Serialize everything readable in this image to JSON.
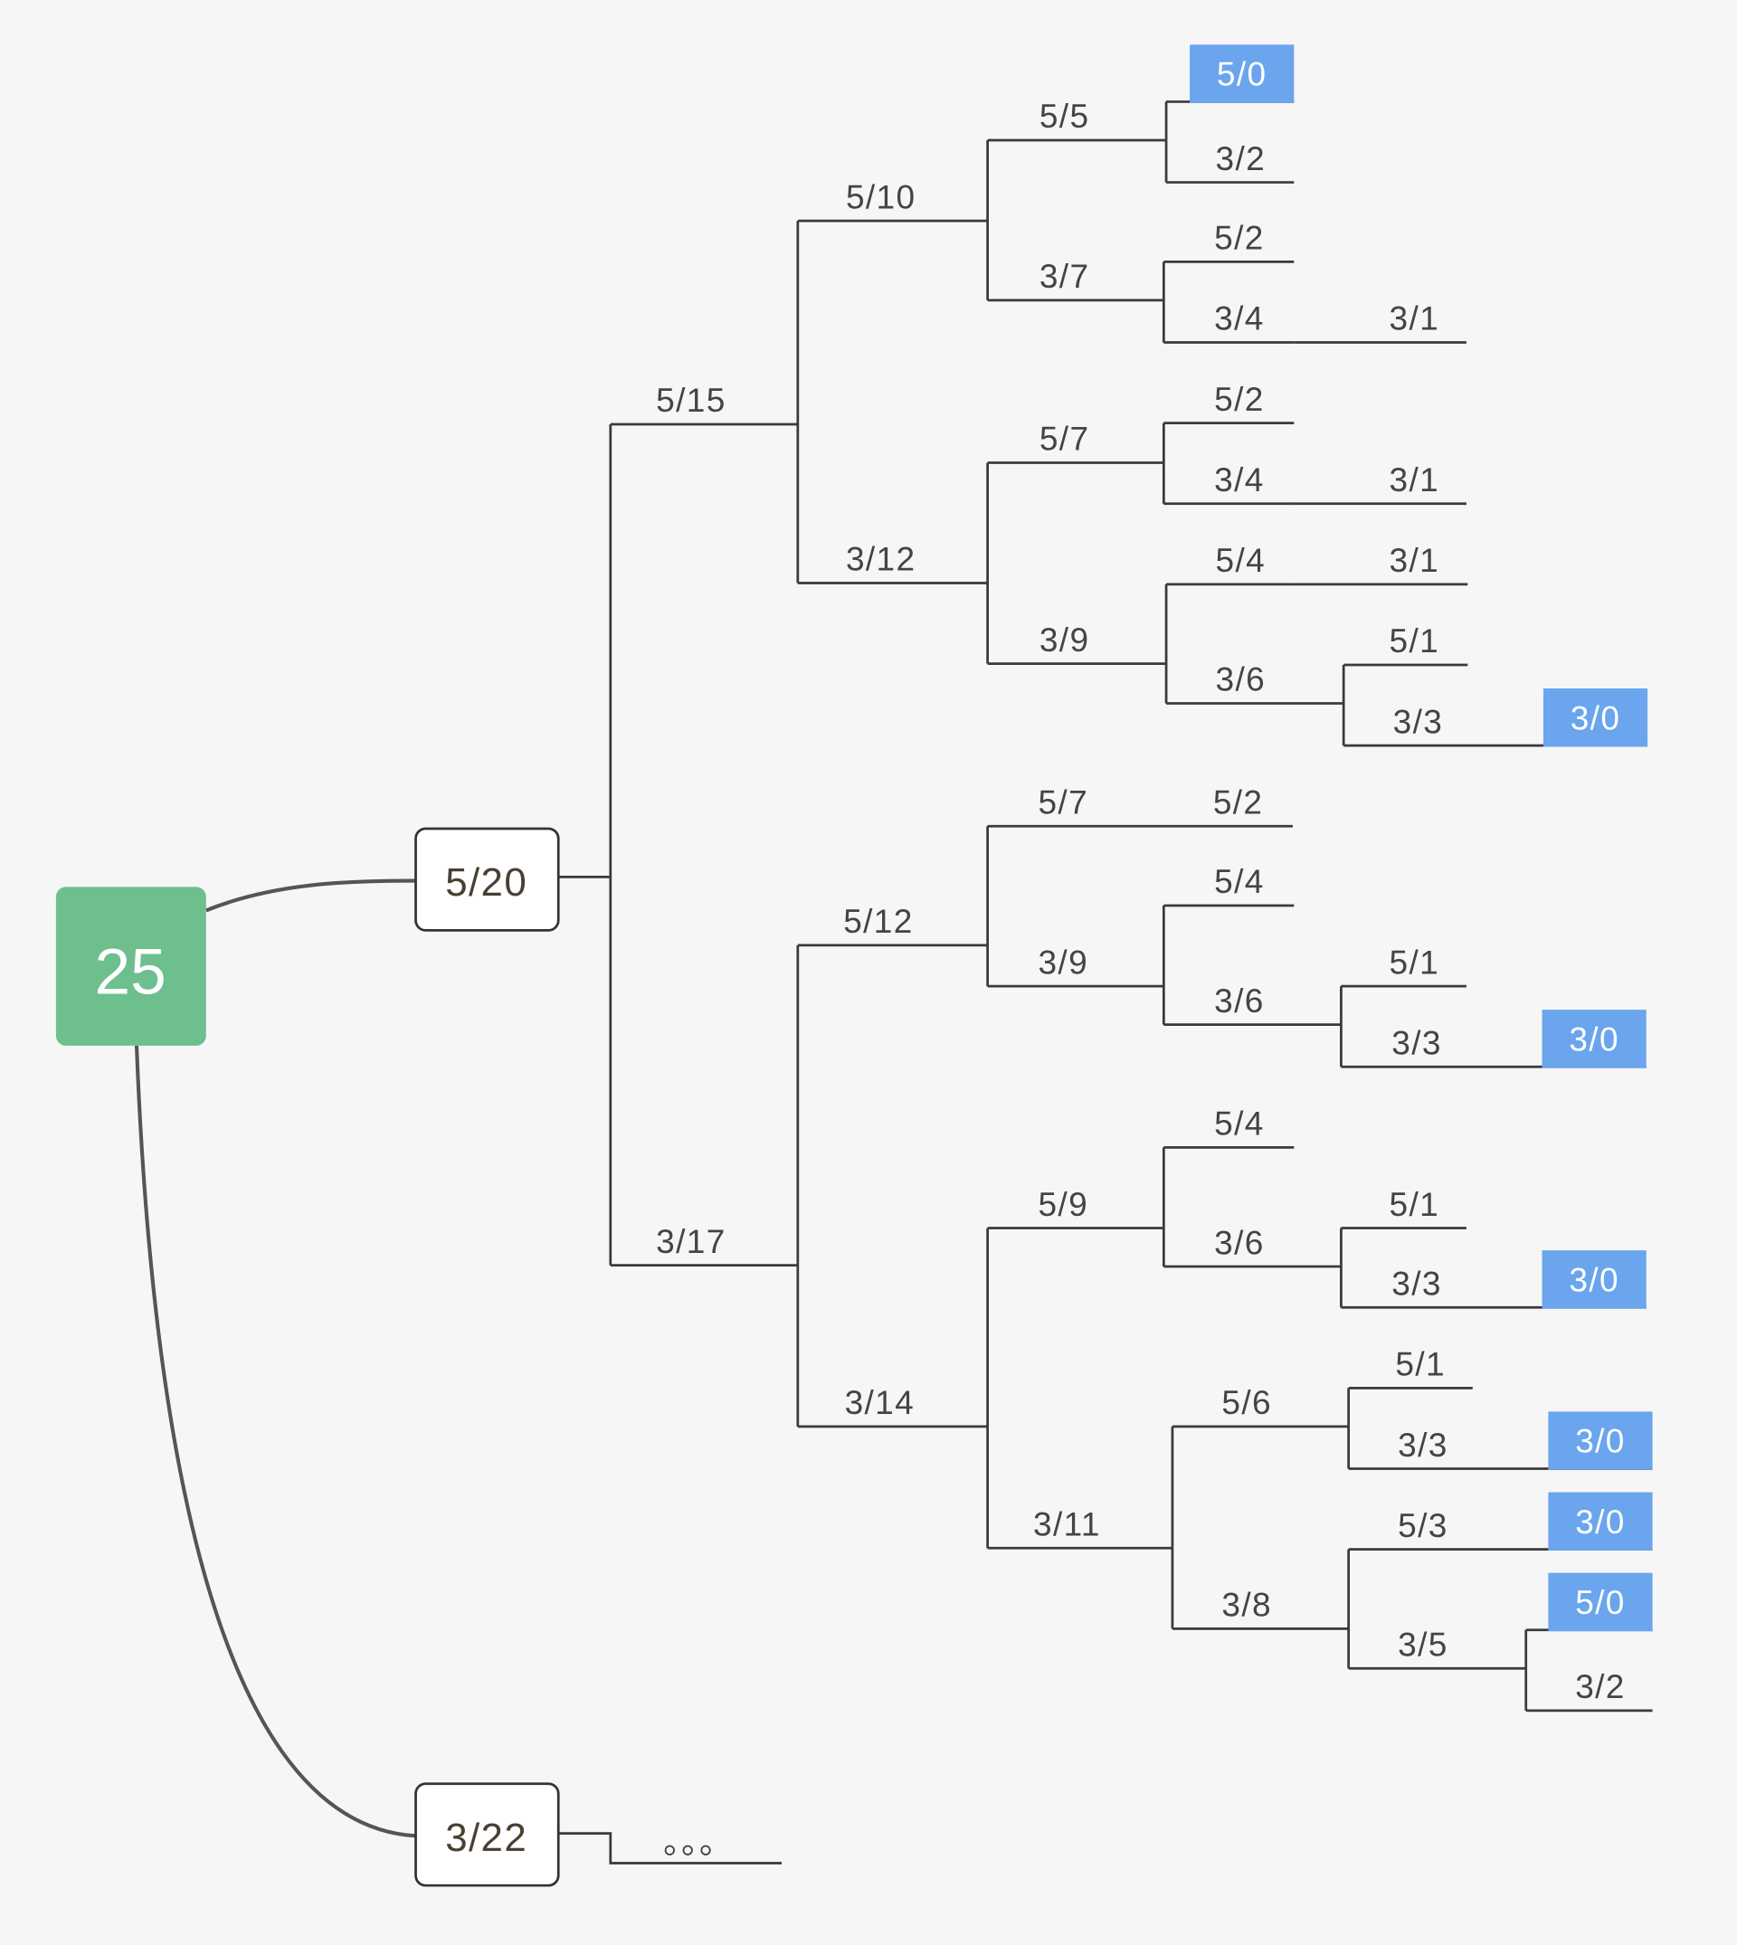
{
  "root": {
    "label": "25",
    "color": "#6dbf8e"
  },
  "branches": [
    {
      "label": "5/20"
    },
    {
      "label": "3/22",
      "continuation": "。。。"
    }
  ],
  "highlight_color": "#6aa5ee",
  "nodes": [
    {
      "label": "5/15"
    },
    {
      "label": "3/17"
    },
    {
      "label": "5/10"
    },
    {
      "label": "3/12"
    },
    {
      "label": "5/5"
    },
    {
      "label": "3/7"
    },
    {
      "label": "5/0",
      "highlighted": true
    },
    {
      "label": "3/2"
    },
    {
      "label": "5/2"
    },
    {
      "label": "3/4"
    },
    {
      "label": "3/1"
    },
    {
      "label": "5/7"
    },
    {
      "label": "3/9"
    },
    {
      "label": "5/2"
    },
    {
      "label": "3/4"
    },
    {
      "label": "3/1"
    },
    {
      "label": "5/4"
    },
    {
      "label": "3/1"
    },
    {
      "label": "3/6"
    },
    {
      "label": "5/1"
    },
    {
      "label": "3/3"
    },
    {
      "label": "3/0",
      "highlighted": true
    },
    {
      "label": "5/12"
    },
    {
      "label": "3/14"
    },
    {
      "label": "5/7"
    },
    {
      "label": "5/2"
    },
    {
      "label": "3/9"
    },
    {
      "label": "5/4"
    },
    {
      "label": "3/6"
    },
    {
      "label": "5/1"
    },
    {
      "label": "3/3"
    },
    {
      "label": "3/0",
      "highlighted": true
    },
    {
      "label": "5/9"
    },
    {
      "label": "3/11"
    },
    {
      "label": "5/4"
    },
    {
      "label": "3/6"
    },
    {
      "label": "5/1"
    },
    {
      "label": "3/3"
    },
    {
      "label": "3/0",
      "highlighted": true
    },
    {
      "label": "5/6"
    },
    {
      "label": "3/8"
    },
    {
      "label": "5/1"
    },
    {
      "label": "3/3"
    },
    {
      "label": "3/0",
      "highlighted": true
    },
    {
      "label": "5/3"
    },
    {
      "label": "3/0",
      "highlighted": true
    },
    {
      "label": "3/5"
    },
    {
      "label": "5/0",
      "highlighted": true
    },
    {
      "label": "3/2"
    }
  ]
}
